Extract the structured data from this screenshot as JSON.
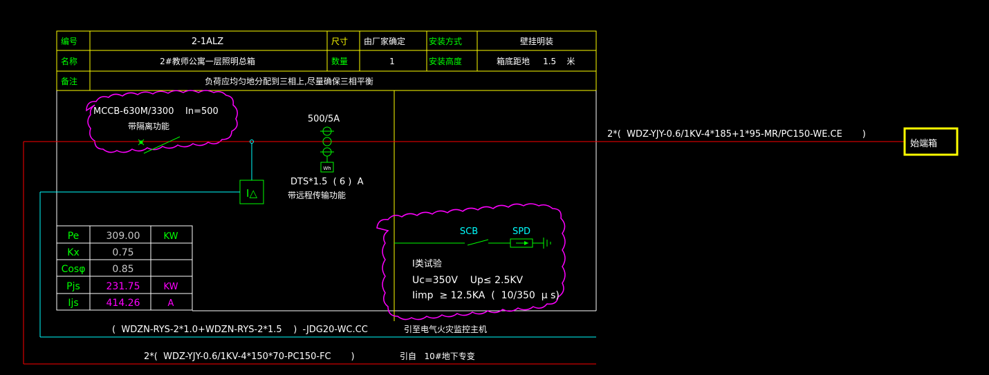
{
  "header": {
    "code_label": "编号",
    "code_value": "2-1ALZ",
    "size_label": "尺寸",
    "size_value": "由厂家确定",
    "install_method_label": "安装方式",
    "install_method_value": "壁挂明装",
    "name_label": "名称",
    "name_value": "2#教师公寓一层照明总箱",
    "qty_label": "数量",
    "qty_value": "1",
    "install_height_label": "安装高度",
    "install_height_value": "箱底距地     1.5    米",
    "note_label": "备注",
    "note_value": "负荷应均匀地分配到三相上,尽量确保三相平衡"
  },
  "breaker": {
    "model": "MCCB-630M/3300    In=500",
    "feature": "带隔离功能"
  },
  "ct": {
    "ratio": "500/5A"
  },
  "meter": {
    "symbol": "Wh",
    "model": "DTS*1.5  ( 6 )  A",
    "feature": "带远程传输功能"
  },
  "current_box": {
    "symbol": "I△"
  },
  "incoming": {
    "cable": "2*(  WDZ-YJY-0.6/1KV-4*185+1*95-MR/PC150-WE.CE       )",
    "box_label": "始端箱"
  },
  "spd": {
    "scb_label": "SCB",
    "spd_label": "SPD",
    "test_class": "I类试验",
    "uc_up": "Uc=350V    Up≤ 2.5KV",
    "iimp": "Iimp  ≥ 12.5KA  (  10/350  μ s)"
  },
  "load_table": {
    "rows": [
      {
        "label": "Pe",
        "value": "309.00",
        "unit": "KW"
      },
      {
        "label": "Kx",
        "value": "0.75",
        "unit": ""
      },
      {
        "label": "Cosφ",
        "value": "0.85",
        "unit": ""
      },
      {
        "label": "Pjs",
        "value": "231.75",
        "unit": "KW"
      },
      {
        "label": "Ijs",
        "value": "414.26",
        "unit": "A"
      }
    ]
  },
  "fire_alarm_cable": {
    "cable": "(  WDZN-RYS-2*1.0+WDZN-RYS-2*1.5    )  -JDG20-WC.CC",
    "dest": "引至电气火灾监控主机"
  },
  "supply_cable": {
    "cable": "2*(  WDZ-YJY-0.6/1KV-4*150*70-PC150-FC       )",
    "from": "引自   10#地下专变"
  },
  "colors": {
    "frame": "#ffff00",
    "text": "#ffffff",
    "label": "#00ff00",
    "signal": "#00ffff",
    "cloud": "#ff00ff",
    "power_line": "#ff0000"
  }
}
